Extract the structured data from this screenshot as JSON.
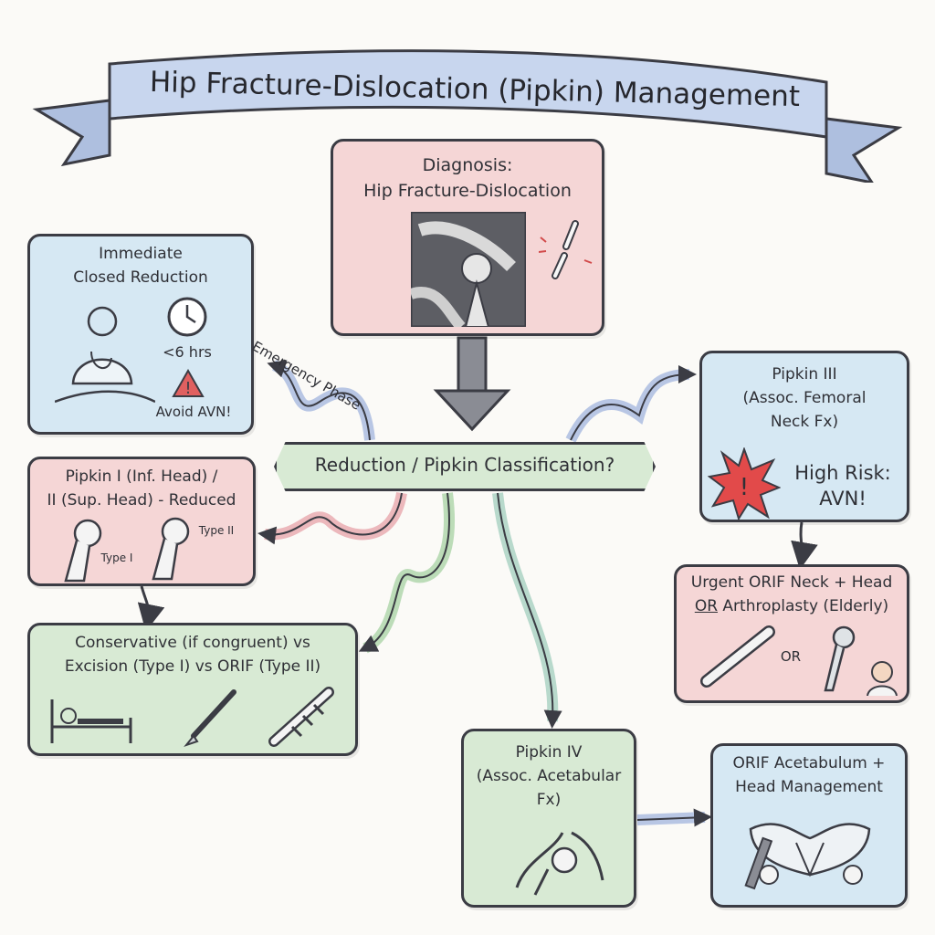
{
  "title": "Hip Fracture-Dislocation (Pipkin) Management",
  "diagnosis": {
    "line1": "Diagnosis:",
    "line2": "Hip Fracture-Dislocation"
  },
  "decision": {
    "label": "Reduction / Pipkin Classification?"
  },
  "emergency_phase": "Emergency Phase",
  "closed_reduction": {
    "line1": "Immediate",
    "line2": "Closed Reduction",
    "time": "<6 hrs",
    "warning": "Avoid AVN!"
  },
  "pipkin_1_2": {
    "line1": "Pipkin I (Inf. Head) /",
    "line2": "II (Sup. Head) - Reduced",
    "type1": "Type I",
    "type2": "Type II"
  },
  "conservative": {
    "line1": "Conservative (if congruent) vs",
    "line2": "Excision (Type I) vs ORIF (Type II)"
  },
  "pipkin_3": {
    "line1": "Pipkin III",
    "line2": "(Assoc. Femoral",
    "line3": "Neck Fx)",
    "risk1": "High Risk:",
    "risk2": "AVN!"
  },
  "urgent_orif": {
    "line1": "Urgent ORIF Neck + Head",
    "or_word": "OR",
    "line2_rest": " Arthroplasty (Elderly)",
    "or_label": "OR"
  },
  "pipkin_4": {
    "line1": "Pipkin IV",
    "line2": "(Assoc. Acetabular",
    "line3": "Fx)"
  },
  "orif_acetabulum": {
    "line1": "ORIF Acetabulum +",
    "line2": "Head Management"
  },
  "colors": {
    "pink": "#f5d6d6",
    "blue": "#d6e8f3",
    "green": "#d8ead4",
    "banner": "#c8d6ee",
    "ink": "#3b3c44"
  }
}
